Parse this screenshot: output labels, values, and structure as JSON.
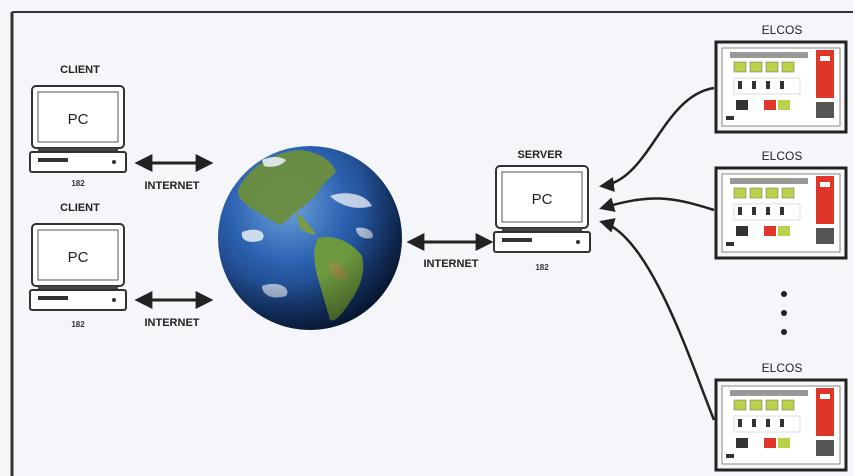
{
  "diagram": {
    "clients": [
      {
        "title": "CLIENT",
        "screen_label": "PC",
        "id_label": "182",
        "link_label": "INTERNET"
      },
      {
        "title": "CLIENT",
        "screen_label": "PC",
        "id_label": "182",
        "link_label": "INTERNET"
      }
    ],
    "server": {
      "title": "SERVER",
      "screen_label": "PC",
      "id_label": "182",
      "link_label": "INTERNET"
    },
    "devices": [
      {
        "title": "ELCOS"
      },
      {
        "title": "ELCOS"
      },
      {
        "title": "ELCOS"
      }
    ],
    "colors": {
      "background": "#f4f6f9",
      "device_red": "#e0362a",
      "device_green": "#b9d24a",
      "ocean": "#1f4f9a",
      "land": "#5f8a3a"
    }
  }
}
